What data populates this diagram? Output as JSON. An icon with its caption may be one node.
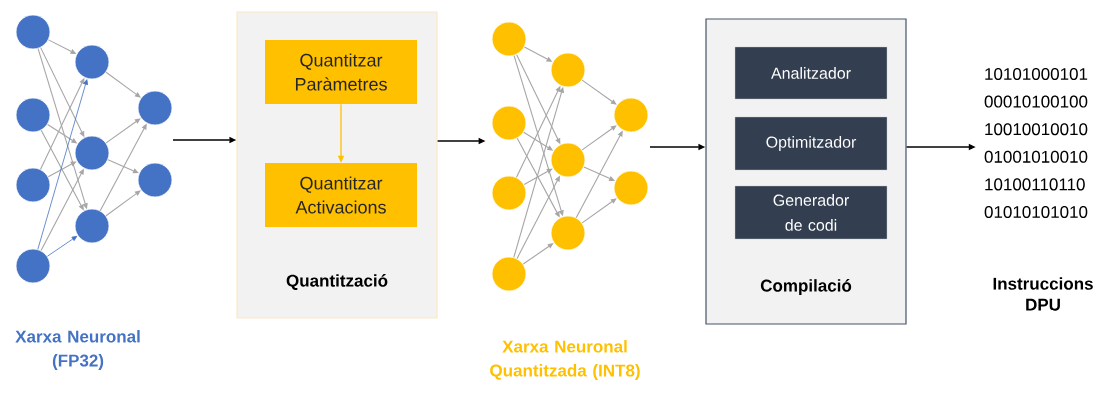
{
  "diagram": {
    "nodes": [
      {
        "text": [],
        "shape": "circle"
      },
      {
        "text": [],
        "shape": "circle"
      },
      {
        "text": [],
        "shape": "circle"
      },
      {
        "text": [],
        "shape": "circle"
      },
      {
        "text": [],
        "shape": "circle"
      },
      {
        "text": [],
        "shape": "circle"
      },
      {
        "text": [],
        "shape": "circle"
      },
      {
        "text": [],
        "shape": "circle"
      },
      {
        "text": [],
        "shape": "circle"
      },
      {
        "text": [
          "Quantització"
        ]
      },
      {
        "text": [
          "Quantitzar Paràmetres"
        ],
        "in": 9
      },
      {
        "text": [
          "Quantitzar Activacions"
        ],
        "in": 9
      },
      {
        "text": [],
        "shape": "circle"
      },
      {
        "text": [],
        "shape": "circle"
      },
      {
        "text": [],
        "shape": "circle"
      },
      {
        "text": [],
        "shape": "circle"
      },
      {
        "text": [],
        "shape": "circle"
      },
      {
        "text": [],
        "shape": "circle"
      },
      {
        "text": [],
        "shape": "circle"
      },
      {
        "text": [],
        "shape": "circle"
      },
      {
        "text": [],
        "shape": "circle"
      },
      {
        "text": [
          "Compilació"
        ]
      },
      {
        "text": [
          "Analitzador"
        ],
        "in": 21
      },
      {
        "text": [
          "Optimitzador"
        ],
        "in": 21
      },
      {
        "text": [
          "Generador de codi"
        ],
        "in": 21
      },
      {
        "text": [
          "10101000101 00010100100 10010010010 01001010010 10100110110 01010101010"
        ],
        "beside": [
          "Instruccions DPU"
        ]
      }
    ],
    "edges": [
      {
        "from": 0,
        "to": 4,
        "arrow": "to"
      },
      {
        "from": 0,
        "to": 5,
        "arrow": "to"
      },
      {
        "from": 0,
        "to": 6,
        "arrow": "to"
      },
      {
        "from": 1,
        "to": 5,
        "arrow": "to"
      },
      {
        "from": 1,
        "to": 6,
        "arrow": "to"
      },
      {
        "from": 2,
        "to": 4,
        "arrow": "to"
      },
      {
        "from": 2,
        "to": 5,
        "arrow": "to"
      },
      {
        "from": 3,
        "to": 4,
        "arrow": "to",
        "color": "#4472c4"
      },
      {
        "from": 3,
        "to": 5,
        "arrow": "to"
      },
      {
        "from": 3,
        "to": 6,
        "arrow": "to",
        "color": "#4472c4"
      },
      {
        "from": 4,
        "to": 7,
        "arrow": "to"
      },
      {
        "from": 5,
        "to": 7,
        "arrow": "to"
      },
      {
        "from": 5,
        "to": 8,
        "arrow": "to"
      },
      {
        "from": 6,
        "to": 7,
        "arrow": "to"
      },
      {
        "from": 6,
        "to": 8,
        "arrow": "to"
      },
      {
        "from": null,
        "to": 9,
        "arrow": "to",
        "color": "#000000"
      },
      {
        "from": 10,
        "to": 11,
        "arrow": "to",
        "color": "#ffc000"
      },
      {
        "from": 9,
        "to": 13,
        "arrow": "to",
        "color": "#000000"
      },
      {
        "from": 12,
        "to": 16,
        "arrow": "to"
      },
      {
        "from": 12,
        "to": 17,
        "arrow": "to"
      },
      {
        "from": 12,
        "to": 18,
        "arrow": "to"
      },
      {
        "from": 13,
        "to": 17,
        "arrow": "to"
      },
      {
        "from": 13,
        "to": 18,
        "arrow": "to"
      },
      {
        "from": 14,
        "to": 16,
        "arrow": "to"
      },
      {
        "from": 14,
        "to": 17,
        "arrow": "to"
      },
      {
        "from": 15,
        "to": 16,
        "arrow": "to"
      },
      {
        "from": 15,
        "to": 17,
        "arrow": "to"
      },
      {
        "from": 15,
        "to": 18,
        "arrow": "to"
      },
      {
        "from": 16,
        "to": 19,
        "arrow": "to"
      },
      {
        "from": 17,
        "to": 19,
        "arrow": "to"
      },
      {
        "from": 17,
        "to": 20,
        "arrow": "to"
      },
      {
        "from": 18,
        "to": 19,
        "arrow": "to"
      },
      {
        "from": 18,
        "to": 20,
        "arrow": "to"
      },
      {
        "from": null,
        "to": 21,
        "arrow": "to",
        "color": "#000000"
      },
      {
        "from": 21,
        "to": 25,
        "arrow": "to",
        "color": "#000000"
      }
    ],
    "labels": [
      "Xarxa Neuronal (FP32)",
      "Xarxa Neuronal Quantitzada (INT8)"
    ]
  }
}
